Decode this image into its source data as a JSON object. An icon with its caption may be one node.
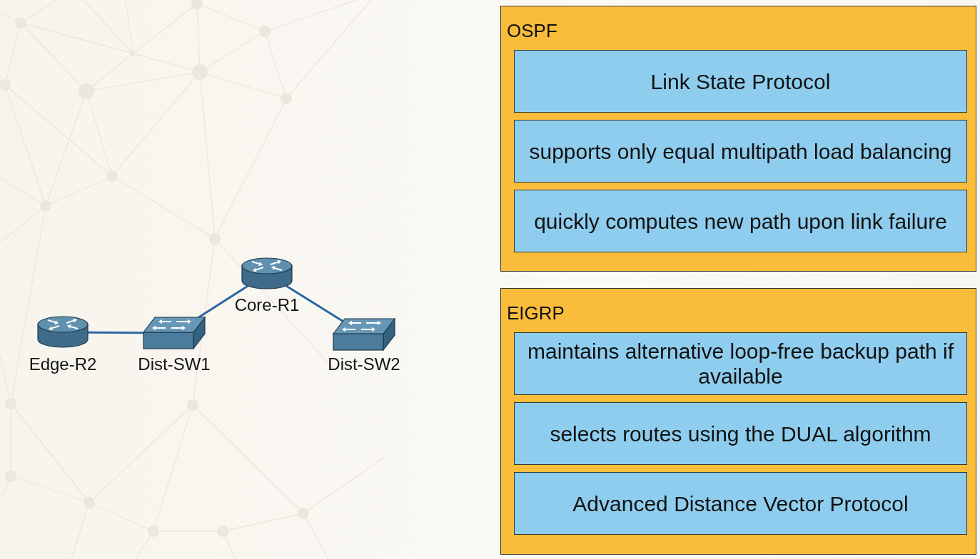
{
  "diagram": {
    "nodes": [
      {
        "text": [],
        "shape": "cylinder",
        "beside": [
          "Edge-R2"
        ]
      },
      {
        "text": [],
        "shape": "box",
        "beside": [
          "Dist-SW1"
        ]
      },
      {
        "text": [],
        "shape": "cylinder",
        "beside": [
          "Core-R1"
        ]
      },
      {
        "text": [],
        "shape": "box",
        "beside": [
          "Dist-SW2"
        ]
      },
      {
        "text": [
          "OSPF"
        ]
      },
      {
        "text": [
          "Link State Protocol"
        ],
        "in": 4
      },
      {
        "text": [
          "supports only equal multipath load balancing"
        ],
        "in": 4
      },
      {
        "text": [
          "quickly computes new path upon link failure"
        ],
        "in": 4
      },
      {
        "text": [
          "EIGRP"
        ]
      },
      {
        "text": [
          "maintains alternative loop-free backup path if available"
        ],
        "in": 8
      },
      {
        "text": [
          "selects routes using the DUAL algorithm"
        ],
        "in": 8
      },
      {
        "text": [
          "Advanced Distance Vector Protocol"
        ],
        "in": 8
      }
    ],
    "edges": [
      {
        "from": 0,
        "to": 1,
        "arrow": "none"
      },
      {
        "from": 1,
        "to": 2,
        "arrow": "none"
      },
      {
        "from": 2,
        "to": 3,
        "arrow": "none"
      }
    ]
  }
}
